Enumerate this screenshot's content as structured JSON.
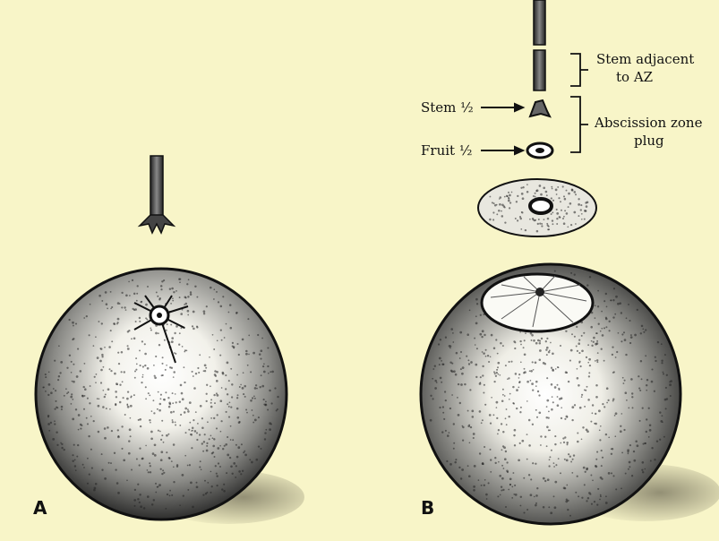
{
  "figure": {
    "panel_a": "A",
    "panel_b": "B",
    "label_stem_adjacent": "Stem adjacent",
    "label_to_az": "to AZ",
    "label_stem_half": "Stem ½",
    "label_fruit_half": "Fruit ½",
    "label_abscission": "Abscission zone",
    "label_plug": "plug"
  },
  "colors": {
    "background": "#f8f5c8",
    "ink": "#111111",
    "paper": "#ffffff"
  }
}
